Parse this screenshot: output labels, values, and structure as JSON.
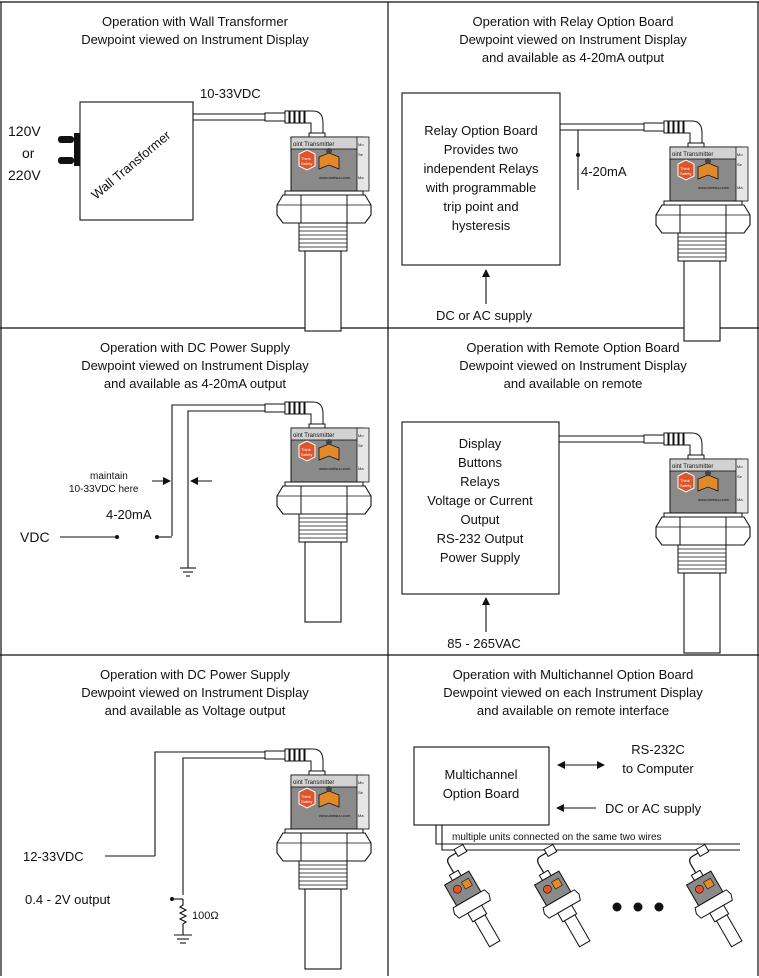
{
  "panels": {
    "p1": {
      "title": [
        "Operation with Wall Transformer",
        "Dewpoint viewed on Instrument Display"
      ],
      "voltage_in": [
        "120V",
        "or",
        "220V"
      ],
      "transformer_label": "Wall Transformer",
      "dc_label": "10-33VDC"
    },
    "p2": {
      "title": [
        "Operation with Relay Option Board",
        "Dewpoint viewed on Instrument Display",
        "and available as 4-20mA output"
      ],
      "box_text": [
        "Relay Option Board",
        "Provides two",
        "independent Relays",
        "with programmable",
        "trip point and",
        "hysteresis"
      ],
      "output_label": "4-20mA",
      "supply_label": "DC or AC supply"
    },
    "p3": {
      "title": [
        "Operation with DC Power Supply",
        "Dewpoint viewed on Instrument Display",
        "and available as 4-20mA output"
      ],
      "maintain_label": [
        "maintain",
        "10-33VDC here"
      ],
      "output_label": "4-20mA",
      "vdc_label": "VDC"
    },
    "p4": {
      "title": [
        "Operation with Remote Option Board",
        "Dewpoint viewed on Instrument Display",
        "and available on remote"
      ],
      "box_text": [
        "Display",
        "Buttons",
        "Relays",
        "Voltage or Current",
        "Output",
        "RS-232 Output",
        "Power Supply"
      ],
      "supply_label": "85 - 265VAC"
    },
    "p5": {
      "title": [
        "Operation with DC Power Supply",
        "Dewpoint viewed on Instrument Display",
        "and available as Voltage output"
      ],
      "supply_label": "12-33VDC",
      "output_label": "0.4 - 2V output",
      "resistor_label": "100Ω"
    },
    "p6": {
      "title": [
        "Operation with Multichannel Option Board",
        "Dewpoint viewed on each Instrument Display",
        "and available on remote interface"
      ],
      "box_text": [
        "Multichannel",
        "Option Board"
      ],
      "rs232_label": [
        "RS-232C",
        "to Computer"
      ],
      "supply_label": "DC or AC supply",
      "bus_label": "multiple units connected on the same two wires"
    }
  },
  "sensor": {
    "label": "oint Transmitter",
    "badge": [
      "Think",
      "Safety"
    ],
    "url": "www.amtsuu.com",
    "side_tags": [
      "Mo",
      "Se",
      "Ma"
    ]
  },
  "colors": {
    "sensor_body": "#8a8a8a",
    "sensor_top": "#d2d2d2",
    "badge": "#e0542a",
    "book": "#e28a2a"
  }
}
